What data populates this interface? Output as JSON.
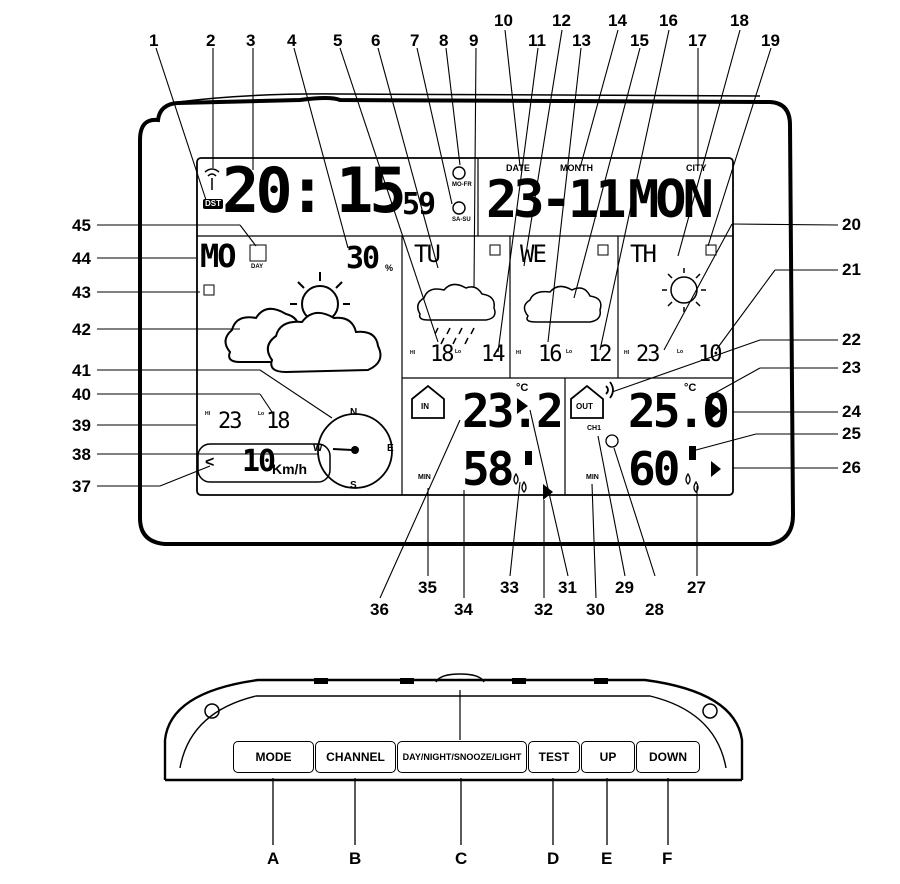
{
  "lcd": {
    "dst": "DST",
    "time_hours": "20:",
    "time_minutes": "15",
    "time_seconds": "59",
    "alarm1": "MO-FR",
    "alarm2": "SA-SU",
    "date_label": "DATE",
    "month_label": "MONTH",
    "city_label": "CITY",
    "date_value": "23-11",
    "weekday": "MON",
    "today_day": "MO",
    "day_label": "DAY",
    "rain_prob": "30",
    "rain_unit": "%",
    "forecast": [
      {
        "day": "TU",
        "hi": "18",
        "lo": "14"
      },
      {
        "day": "WE",
        "hi": "16",
        "lo": "12"
      },
      {
        "day": "TH",
        "hi": "23",
        "lo": "10"
      }
    ],
    "hi_label": "HI",
    "lo_label": "Lo",
    "deg_c": "°C",
    "today_hi": "23",
    "today_lo": "18",
    "wind_speed": "10",
    "wind_unit": "Km/h",
    "compass": {
      "n": "N",
      "e": "E",
      "s": "S",
      "w": "W"
    },
    "indoor": {
      "label": "IN",
      "temp": "23.2",
      "humidity": "58",
      "min": "MIN"
    },
    "outdoor": {
      "label": "OUT",
      "channel": "CH1",
      "temp": "25.0",
      "humidity": "60",
      "min": "MIN"
    },
    "back_arrow": "<"
  },
  "callouts": [
    "1",
    "2",
    "3",
    "4",
    "5",
    "6",
    "7",
    "8",
    "9",
    "10",
    "11",
    "12",
    "13",
    "14",
    "15",
    "16",
    "17",
    "18",
    "19",
    "20",
    "21",
    "22",
    "23",
    "24",
    "25",
    "26",
    "27",
    "28",
    "29",
    "30",
    "31",
    "32",
    "33",
    "34",
    "35",
    "36",
    "37",
    "38",
    "39",
    "40",
    "41",
    "42",
    "43",
    "44",
    "45"
  ],
  "buttons": [
    {
      "label": "MODE",
      "letter": "A"
    },
    {
      "label": "CHANNEL",
      "letter": "B"
    },
    {
      "label": "DAY/NIGHT/SNOOZE/LIGHT",
      "letter": "C"
    },
    {
      "label": "TEST",
      "letter": "D"
    },
    {
      "label": "UP",
      "letter": "E"
    },
    {
      "label": "DOWN",
      "letter": "F"
    }
  ]
}
